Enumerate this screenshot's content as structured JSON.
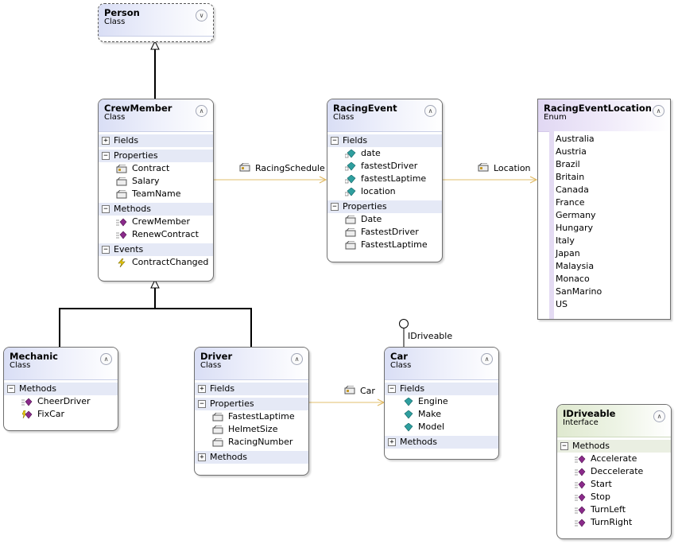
{
  "person": {
    "name": "Person",
    "kind": "Class"
  },
  "crewMember": {
    "name": "CrewMember",
    "kind": "Class",
    "fields_label": "Fields",
    "properties_label": "Properties",
    "methods_label": "Methods",
    "events_label": "Events",
    "properties": [
      "Contract",
      "Salary",
      "TeamName"
    ],
    "methods": [
      "CrewMember",
      "RenewContract"
    ],
    "events": [
      "ContractChanged"
    ]
  },
  "racingEvent": {
    "name": "RacingEvent",
    "kind": "Class",
    "fields_label": "Fields",
    "properties_label": "Properties",
    "fields": [
      "date",
      "fastestDriver",
      "fastestLaptime",
      "location"
    ],
    "properties": [
      "Date",
      "FastestDriver",
      "FastestLaptime"
    ]
  },
  "racingEventLocation": {
    "name": "RacingEventLocation",
    "kind": "Enum",
    "values": [
      "Australia",
      "Austria",
      "Brazil",
      "Britain",
      "Canada",
      "France",
      "Germany",
      "Hungary",
      "Italy",
      "Japan",
      "Malaysia",
      "Monaco",
      "SanMarino",
      "US"
    ]
  },
  "mechanic": {
    "name": "Mechanic",
    "kind": "Class",
    "methods_label": "Methods",
    "methods": [
      "CheerDriver",
      "FixCar"
    ]
  },
  "driver": {
    "name": "Driver",
    "kind": "Class",
    "fields_label": "Fields",
    "properties_label": "Properties",
    "methods_label": "Methods",
    "properties": [
      "FastestLaptime",
      "HelmetSize",
      "RacingNumber"
    ]
  },
  "car": {
    "name": "Car",
    "kind": "Class",
    "fields_label": "Fields",
    "methods_label": "Methods",
    "fields": [
      "Engine",
      "Make",
      "Model"
    ]
  },
  "idriveable": {
    "name": "IDriveable",
    "kind": "Interface",
    "methods_label": "Methods",
    "methods": [
      "Accelerate",
      "Deccelerate",
      "Start",
      "Stop",
      "TurnLeft",
      "TurnRight"
    ]
  },
  "associations": {
    "racingSchedule": "RacingSchedule",
    "location": "Location",
    "car": "Car",
    "lollipop": "IDriveable"
  },
  "icons": {
    "field": "field-icon",
    "property": "property-icon",
    "method": "method-icon",
    "event": "event-icon",
    "enum_value": "enum-value",
    "association": "association-property-icon",
    "collapse": "chevron-up-icon",
    "expand": "chevron-down-icon"
  },
  "colors": {
    "class_header": "#d9def5",
    "enum_header": "#e1d8f3",
    "interface_header": "#dfe9cf",
    "association_line": "#e8cc8a",
    "inheritance_line": "#000000",
    "method_icon": "#8b2a8b",
    "field_icon": "#2f9f9f"
  }
}
